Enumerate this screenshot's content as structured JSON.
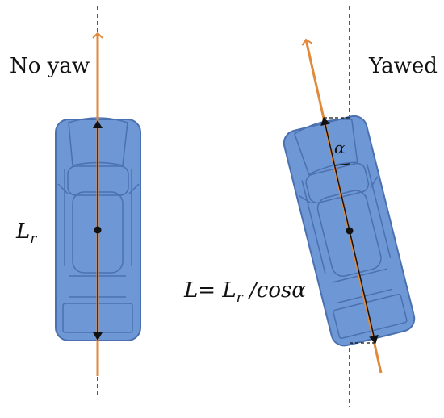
{
  "left_panel": {
    "label": "No yaw",
    "length_symbol": "L",
    "length_subscript": "r"
  },
  "right_panel": {
    "label": "Yawed",
    "angle_symbol": "α",
    "formula_lhs": "L= ",
    "formula_L": "L",
    "formula_sub": "r",
    "formula_rest": " /cosα"
  },
  "colors": {
    "car_body": "#6e97d6",
    "car_outline": "#4a70b0",
    "heading_arrow": "#e08a3c",
    "length_arrow": "#111111",
    "guide_line": "#222222"
  }
}
